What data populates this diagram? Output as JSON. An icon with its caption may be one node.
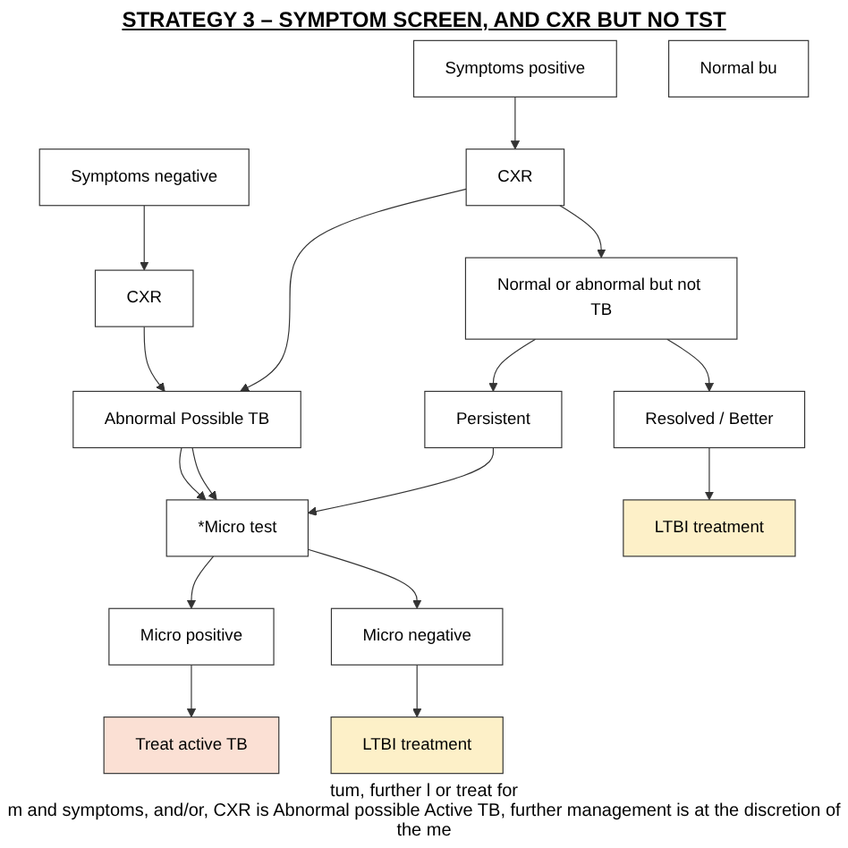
{
  "diagram": {
    "title": "STRATEGY 3 – SYMPTOM SCREEN, AND CXR BUT NO TST",
    "nodes": [
      {
        "text": [
          "Symptoms positive"
        ]
      },
      {
        "text": [
          "Symptoms negative"
        ]
      },
      {
        "text": [
          "CXR"
        ]
      },
      {
        "text": [
          "CXR"
        ]
      },
      {
        "text": [
          "Normal or abnormal but not TB"
        ]
      },
      {
        "text": [
          "Abnormal Possible TB"
        ]
      },
      {
        "text": [
          "Normal bu"
        ]
      },
      {
        "text": [
          "Resolved / Better"
        ]
      },
      {
        "text": [
          "Persistent"
        ]
      },
      {
        "text": [
          "*Micro test"
        ]
      },
      {
        "text": [
          "Micro positive"
        ]
      },
      {
        "text": [
          "Micro negative"
        ]
      },
      {
        "text": [
          "LTBI treatment"
        ]
      },
      {
        "text": [
          "Treat active TB"
        ]
      },
      {
        "text": [
          "LTBI treatment"
        ]
      }
    ],
    "edges": [
      {
        "from": 0,
        "to": 2,
        "arrow": "to"
      },
      {
        "from": 1,
        "to": 3,
        "arrow": "to"
      },
      {
        "from": 2,
        "to": 4,
        "arrow": "to"
      },
      {
        "from": 2,
        "to": 5,
        "arrow": "to"
      },
      {
        "from": 3,
        "to": 5,
        "arrow": "to"
      },
      {
        "from": 4,
        "to": 7,
        "arrow": "to"
      },
      {
        "from": 4,
        "to": 8,
        "arrow": "to"
      },
      {
        "from": 8,
        "to": 9,
        "arrow": "to"
      },
      {
        "from": 5,
        "to": 9,
        "arrow": "to"
      },
      {
        "from": 5,
        "to": 9,
        "arrow": "to"
      },
      {
        "from": 9,
        "to": 10,
        "arrow": "to"
      },
      {
        "from": 9,
        "to": 11,
        "arrow": "to"
      },
      {
        "from": 7,
        "to": 12,
        "arrow": "to"
      },
      {
        "from": 10,
        "to": 13,
        "arrow": "to"
      },
      {
        "from": 11,
        "to": 14,
        "arrow": "to"
      }
    ],
    "labels": [
      "tum, further l or treat for",
      "m and symptoms, and/or, CXR is Abnormal possible Active TB, further management is at the discretion of the me"
    ]
  }
}
